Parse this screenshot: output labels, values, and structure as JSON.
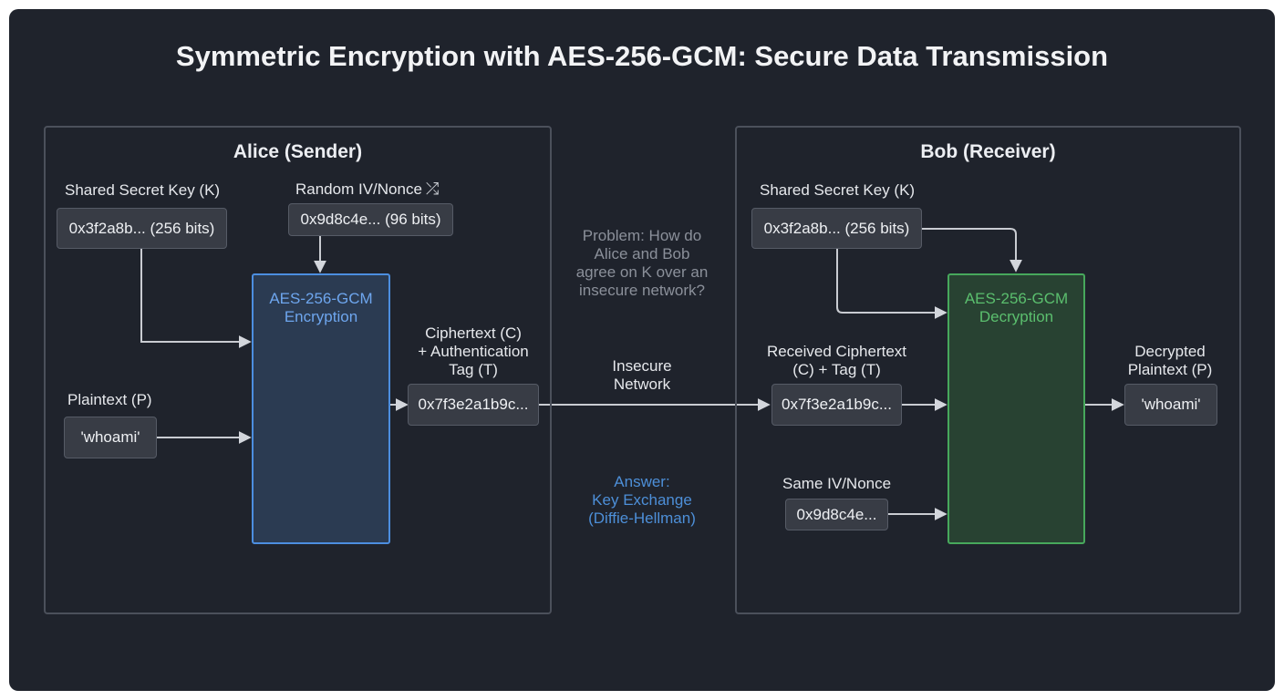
{
  "title": "Symmetric Encryption with AES-256-GCM: Secure Data Transmission",
  "colors": {
    "background": "#1f232c",
    "encryption_accent": "#4c8ee0",
    "decryption_accent": "#47a85c",
    "problem_text": "#8b909a",
    "answer_text": "#4d8fd8"
  },
  "alice": {
    "title": "Alice (Sender)",
    "key_label": "Shared Secret Key (K)",
    "key_value": "0x3f2a8b... (256 bits)",
    "iv_label": "Random IV/Nonce",
    "iv_icon": "shuffle-icon",
    "iv_value": "0x9d8c4e... (96 bits)",
    "plaintext_label": "Plaintext (P)",
    "plaintext_value": "'whoami'",
    "cipher_label_line1": "AES-256-GCM",
    "cipher_label_line2": "Encryption",
    "output_label_line1": "Ciphertext (C)",
    "output_label_line2": "+ Authentication",
    "output_label_line3": "Tag (T)",
    "output_value": "0x7f3e2a1b9c..."
  },
  "network": {
    "label_line1": "Insecure",
    "label_line2": "Network",
    "problem_line1": "Problem: How do",
    "problem_line2": "Alice and Bob",
    "problem_line3": "agree on K over an",
    "problem_line4": "insecure network?",
    "answer_line1": "Answer:",
    "answer_line2": "Key Exchange",
    "answer_line3": "(Diffie-Hellman)"
  },
  "bob": {
    "title": "Bob (Receiver)",
    "key_label": "Shared Secret Key (K)",
    "key_value": "0x3f2a8b... (256 bits)",
    "received_label_line1": "Received Ciphertext",
    "received_label_line2": "(C) + Tag (T)",
    "received_value": "0x7f3e2a1b9c...",
    "iv_label": "Same IV/Nonce",
    "iv_value": "0x9d8c4e...",
    "cipher_label_line1": "AES-256-GCM",
    "cipher_label_line2": "Decryption",
    "output_label_line1": "Decrypted",
    "output_label_line2": "Plaintext (P)",
    "output_value": "'whoami'"
  }
}
